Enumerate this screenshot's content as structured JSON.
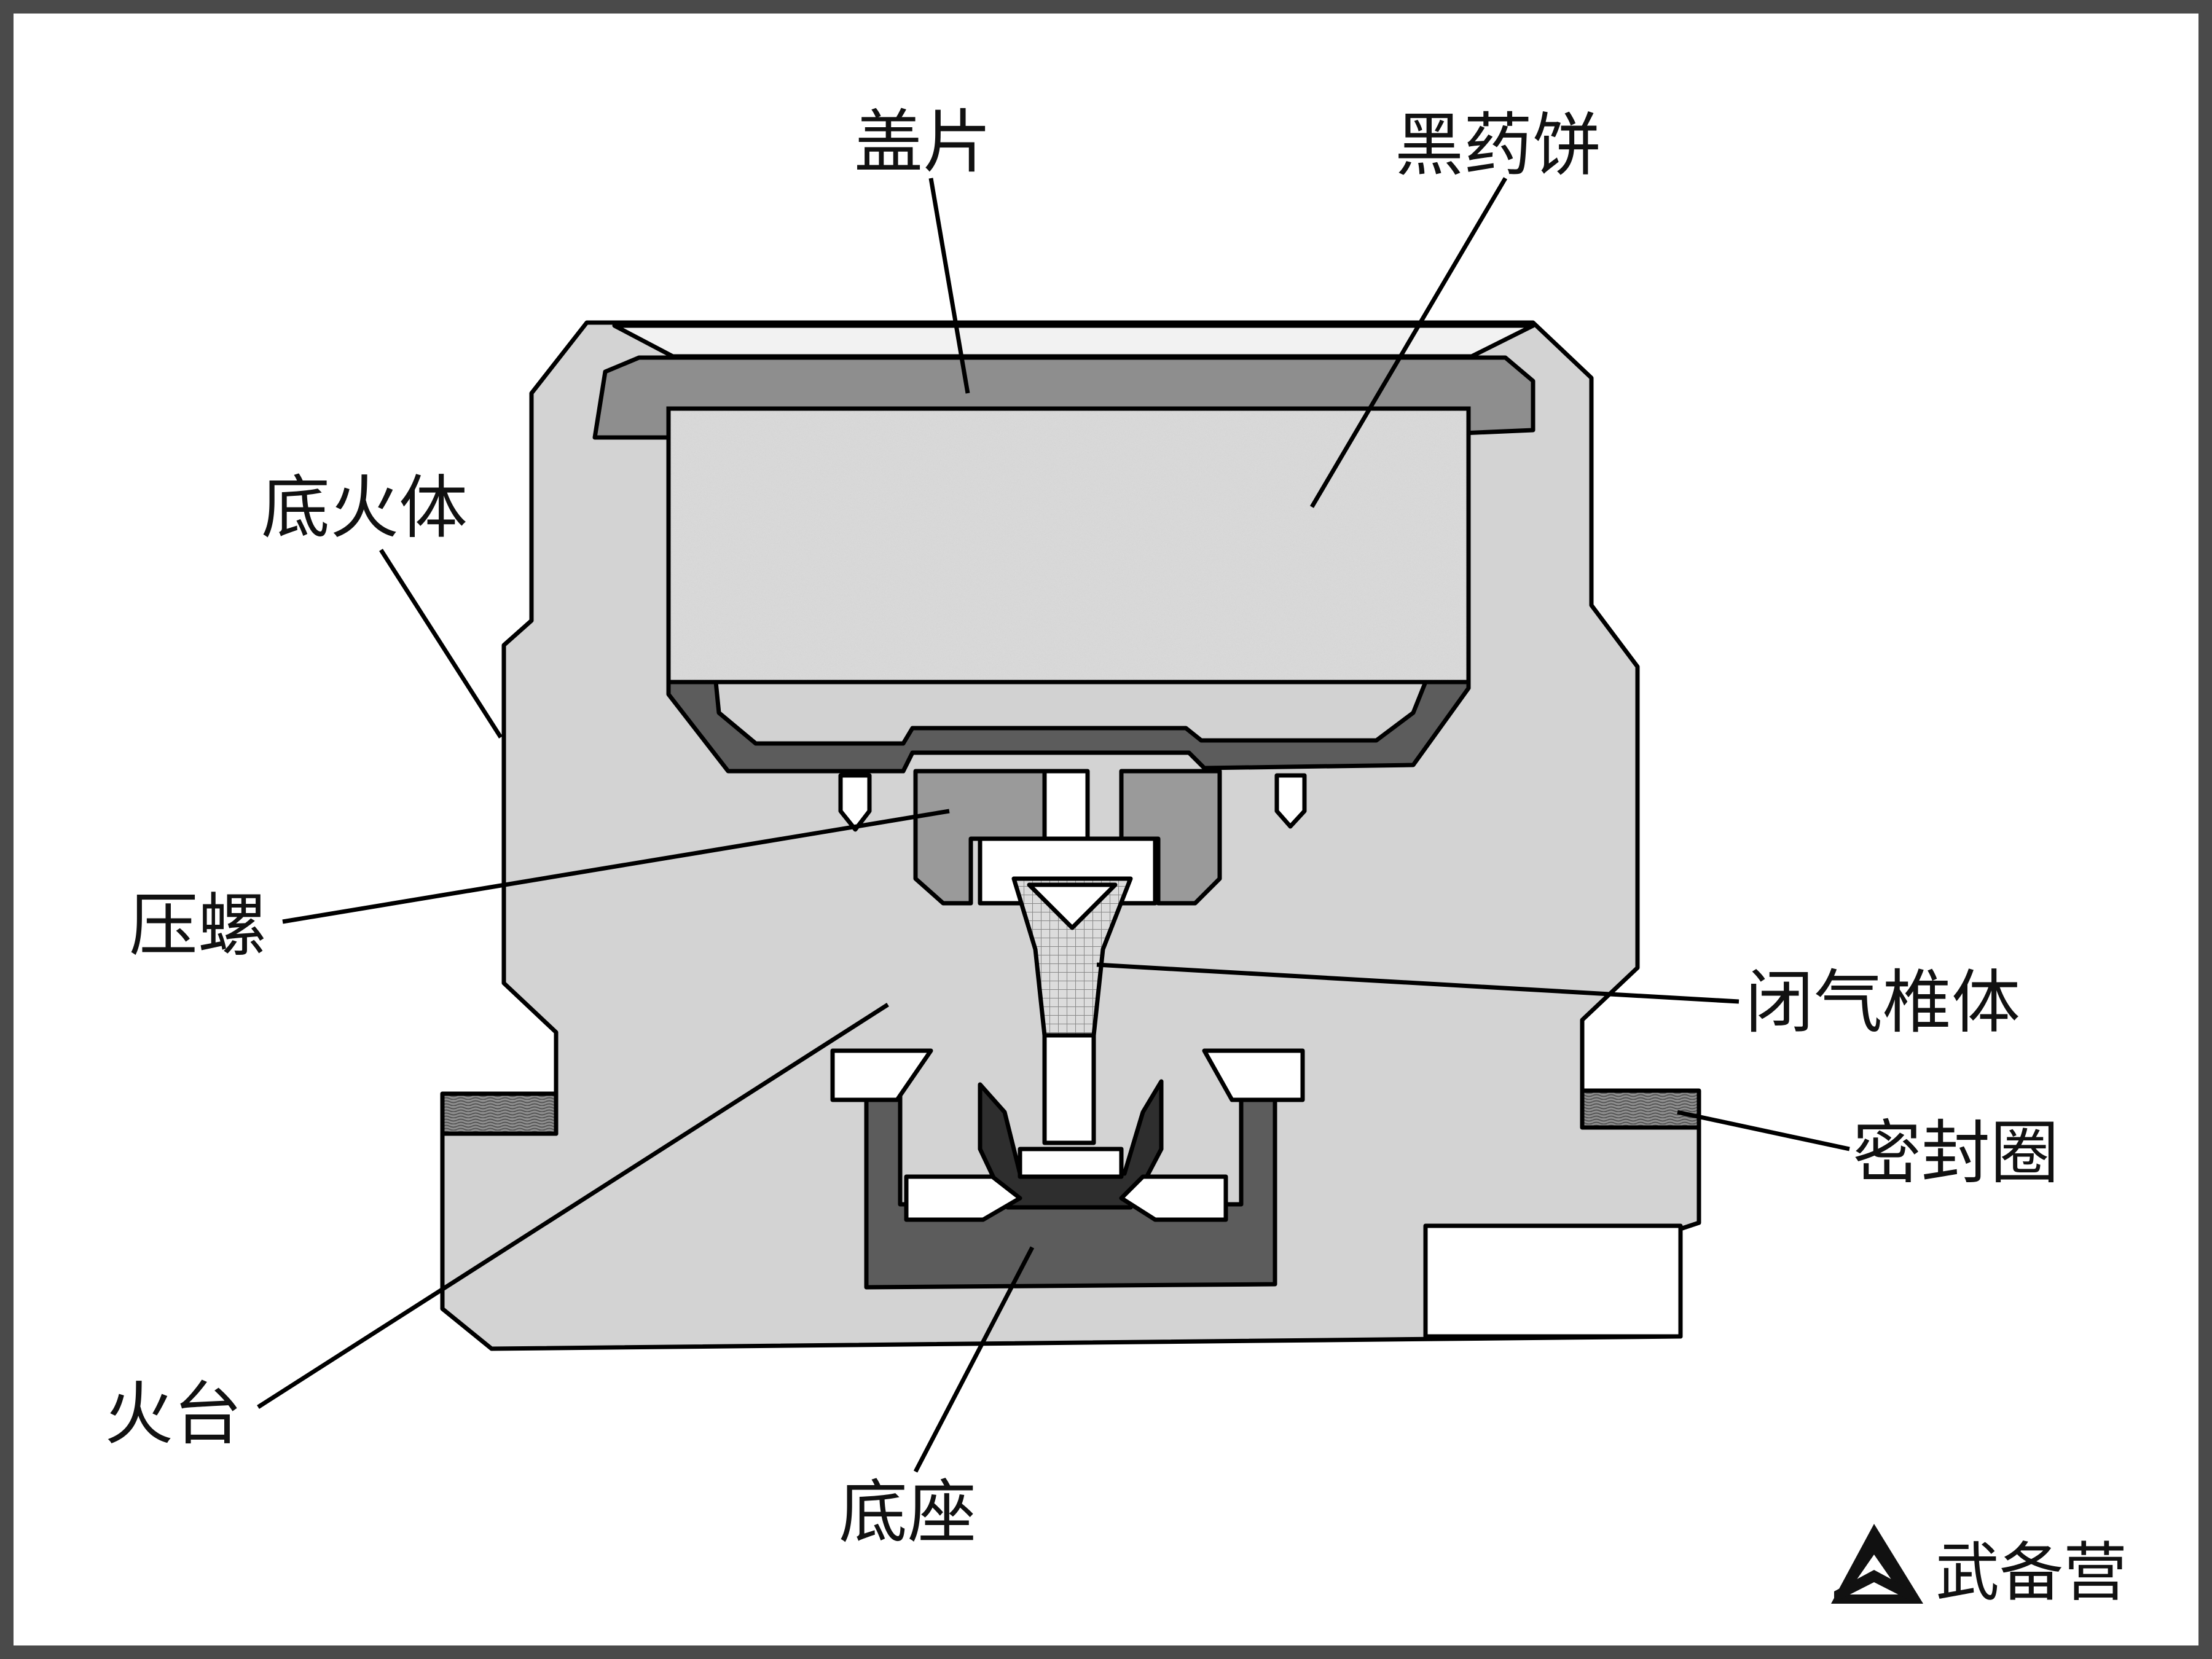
{
  "labels": {
    "cover": "盖片",
    "black_powder": "黑药饼",
    "primer_body": "底火体",
    "pressure_screw": "压螺",
    "seal_cone": "闭气椎体",
    "gasket": "密封圈",
    "fire_platform": "火台",
    "base": "底座"
  },
  "brand": {
    "name": "武备营"
  },
  "colors": {
    "background": "#ffffff",
    "frame": "#4a4a4a",
    "body": "#d3d3d3",
    "dark_gray": "#5c5c5c",
    "mid_gray": "#9a9a9a",
    "light_gray": "#c4c4c4",
    "cover": "#8e8e8e"
  }
}
